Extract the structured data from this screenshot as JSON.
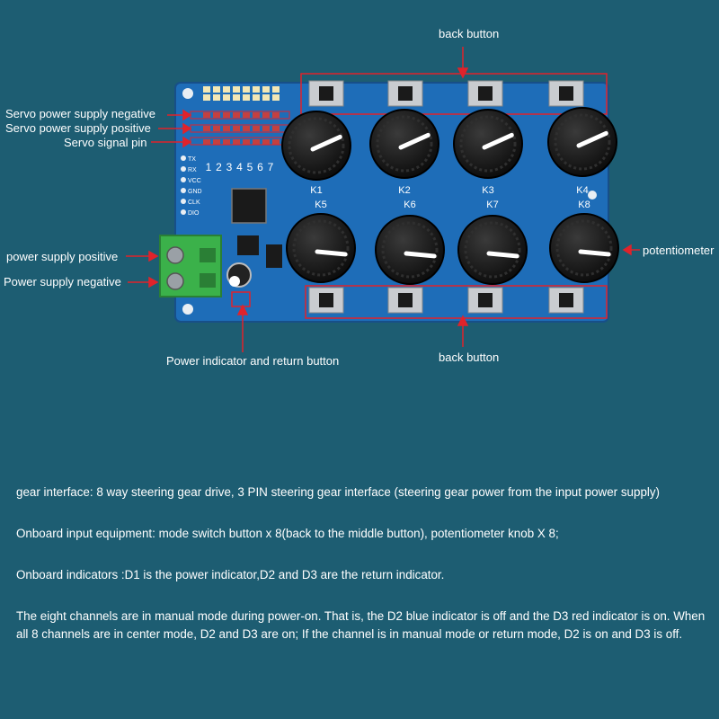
{
  "callouts": {
    "top_back_button": "back button",
    "bottom_back_button": "back button",
    "servo_negative": "Servo power supply negative",
    "servo_positive": "Servo power supply positive",
    "servo_signal": "Servo signal pin",
    "power_positive": "power supply positive",
    "power_negative": "Power supply negative",
    "potentiometer": "potentiometer",
    "power_indicator": "Power indicator and return button"
  },
  "board": {
    "knob_labels": [
      "K1",
      "K2",
      "K3",
      "K4",
      "K5",
      "K6",
      "K7",
      "K8"
    ],
    "pin_numbers": [
      "1",
      "2",
      "3",
      "4",
      "5",
      "6",
      "7"
    ],
    "side_labels": [
      "TX",
      "RX",
      "VCC",
      "GND",
      "CLK",
      "DIO"
    ],
    "colors": {
      "pcb": "#1e6db8",
      "knob": "#1b1b1b",
      "highlight": "#e0232b",
      "terminal": "#3bb14a"
    }
  },
  "description": {
    "p1": "gear interface: 8 way steering gear drive, 3 PIN steering gear interface (steering gear power from the input power supply)",
    "p2": "Onboard input equipment: mode switch button x 8(back to the middle button), potentiometer knob X 8;",
    "p3": "Onboard indicators :D1 is the power indicator,D2 and D3 are the return indicator.",
    "p4": "The eight channels are in manual mode during power-on. That is, the D2 blue indicator is off and the D3 red indicator is on. When all 8 channels are in center mode, D2 and D3 are on; If the channel is in manual mode or return mode, D2 is on and D3 is off."
  }
}
